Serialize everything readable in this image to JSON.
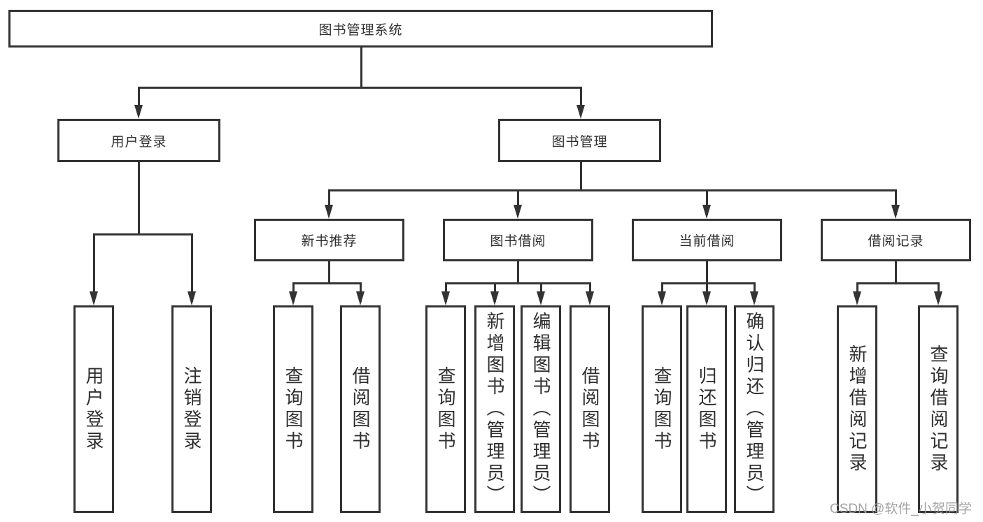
{
  "diagram": {
    "root": {
      "label": "图书管理系统"
    },
    "branches": [
      {
        "label": "用户登录",
        "leaves": [
          "用户登录",
          "注销登录"
        ]
      },
      {
        "label": "图书管理",
        "sections": [
          {
            "label": "新书推荐",
            "leaves": [
              "查询图书",
              "借阅图书"
            ]
          },
          {
            "label": "图书借阅",
            "leaves": [
              "查询图书",
              "新增图书（管理员）",
              "编辑图书（管理员）",
              "借阅图书"
            ]
          },
          {
            "label": "当前借阅",
            "leaves": [
              "查询图书",
              "归还图书",
              "确认归还（管理员）"
            ]
          },
          {
            "label": "借阅记录",
            "leaves": [
              "新增借阅记录",
              "查询借阅记录"
            ]
          }
        ]
      }
    ],
    "watermark": "CSDN @软件_小贺同学",
    "colors": {
      "line": "#333333",
      "text": "#2f2f2f",
      "watermark": "#9c9c9c",
      "background": "#ffffff"
    }
  }
}
